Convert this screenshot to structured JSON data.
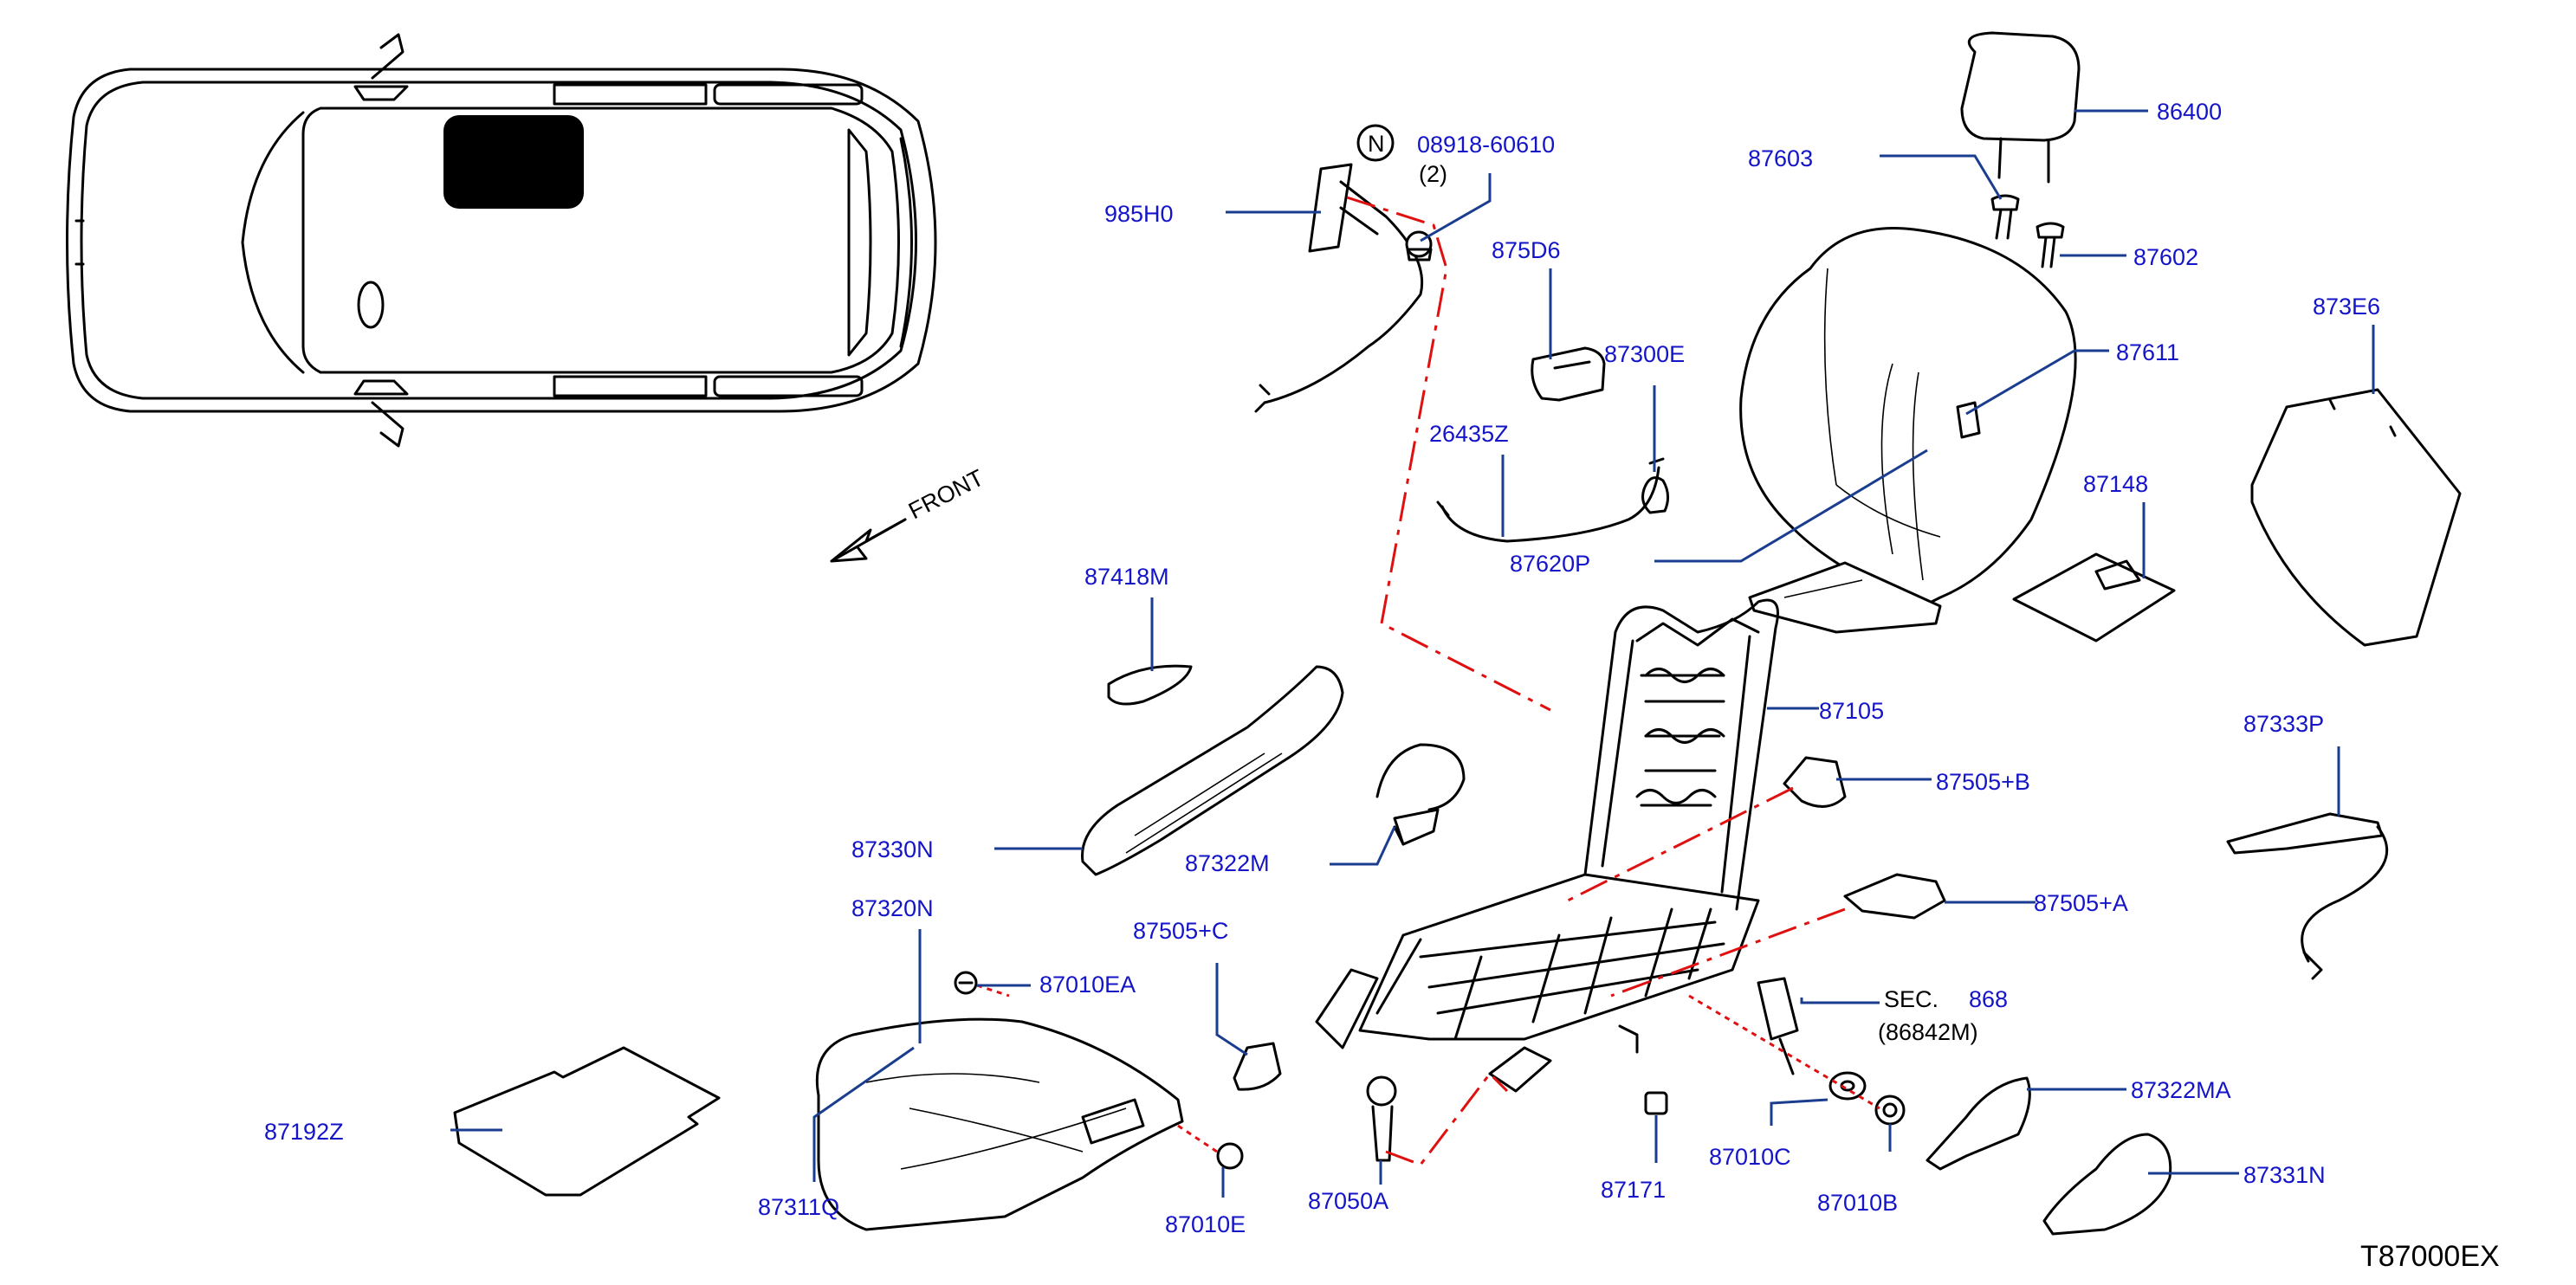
{
  "diagram_code": "T87000EX",
  "front_label": "FRONT",
  "note_symbol": "N",
  "callouts": {
    "p86400": "86400",
    "p87603": "87603",
    "p87602": "87602",
    "p08918": "08918-60610",
    "p08918_qty": "(2)",
    "p985H0": "985H0",
    "p875D6": "875D6",
    "p87300E": "87300E",
    "p26435Z": "26435Z",
    "p87611": "87611",
    "p873E6": "873E6",
    "p87148": "87148",
    "p87620P": "87620P",
    "p87418M": "87418M",
    "p87105": "87105",
    "p87333P": "87333P",
    "p87505B": "87505+B",
    "p87330N": "87330N",
    "p87322M": "87322M",
    "p87505A": "87505+A",
    "p87320N": "87320N",
    "p87505C": "87505+C",
    "p87010EA": "87010EA",
    "p868": "868",
    "p87322MA": "87322MA",
    "p87192Z": "87192Z",
    "p87311Q": "87311Q",
    "p87010E": "87010E",
    "p87050A": "87050A",
    "p87171": "87171",
    "p87010C": "87010C",
    "p87010B": "87010B",
    "p87331N": "87331N"
  },
  "section_ref": {
    "prefix": "SEC.",
    "sub": "(86842M)"
  },
  "colors": {
    "callout_text": "#1414c8",
    "leader": "#1a3d8f",
    "chain_line": "#e01010"
  }
}
